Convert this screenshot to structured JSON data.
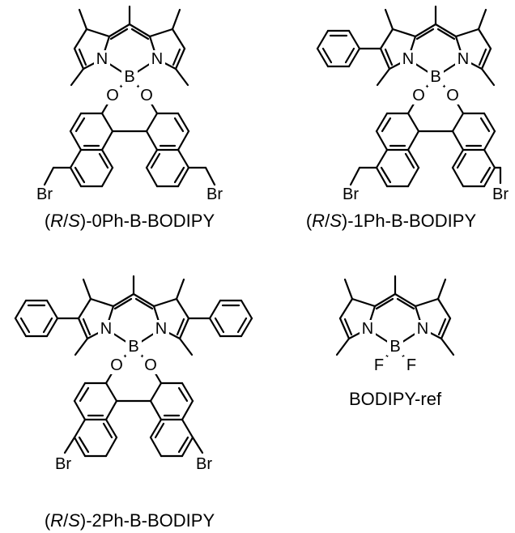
{
  "compounds": [
    {
      "caption_parts": [
        "(",
        "R",
        "/",
        "S",
        ")-0Ph-B-BODIPY"
      ],
      "phenyl_count": 0,
      "atoms": {
        "nitrogen": "N",
        "boron": "B",
        "oxygen": "O",
        "bromine": "Br"
      }
    },
    {
      "caption_parts": [
        "(",
        "R",
        "/",
        "S",
        ")-1Ph-B-BODIPY"
      ],
      "phenyl_count": 1,
      "atoms": {
        "nitrogen": "N",
        "boron": "B",
        "oxygen": "O",
        "bromine": "Br"
      }
    },
    {
      "caption_parts": [
        "(",
        "R",
        "/",
        "S",
        ")-2Ph-B-BODIPY"
      ],
      "phenyl_count": 2,
      "atoms": {
        "nitrogen": "N",
        "boron": "B",
        "oxygen": "O",
        "bromine": "Br"
      }
    },
    {
      "caption": "BODIPY-ref",
      "phenyl_count": 0,
      "atoms": {
        "nitrogen": "N",
        "boron": "B",
        "fluorine": "F"
      }
    }
  ]
}
